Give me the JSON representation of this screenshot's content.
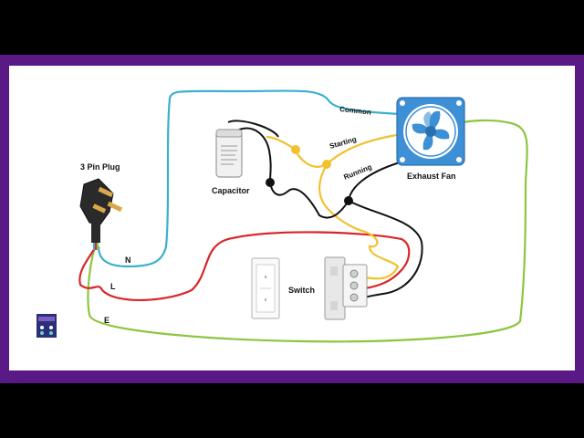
{
  "labels": {
    "plug": "3 Pin Plug",
    "capacitor": "Capacitor",
    "switch": "Switch",
    "fan": "Exhaust Fan",
    "neutral": "N",
    "live": "L",
    "earth": "E",
    "common": "Common",
    "starting": "Starting",
    "running": "Running"
  },
  "colors": {
    "frame": "#5a1a86",
    "background": "#ffffff",
    "neutral_wire": "#3ab0cc",
    "live_wire": "#d8262a",
    "earth_wire": "#8cc63f",
    "starting_wire": "#f2c12e",
    "running_wire": "#111111",
    "fan_accent": "#3d8fd6"
  },
  "icons": [
    "plug-icon",
    "capacitor-icon",
    "switch-plate-icon",
    "switch-module-icon",
    "fan-icon",
    "channel-logo-icon"
  ]
}
